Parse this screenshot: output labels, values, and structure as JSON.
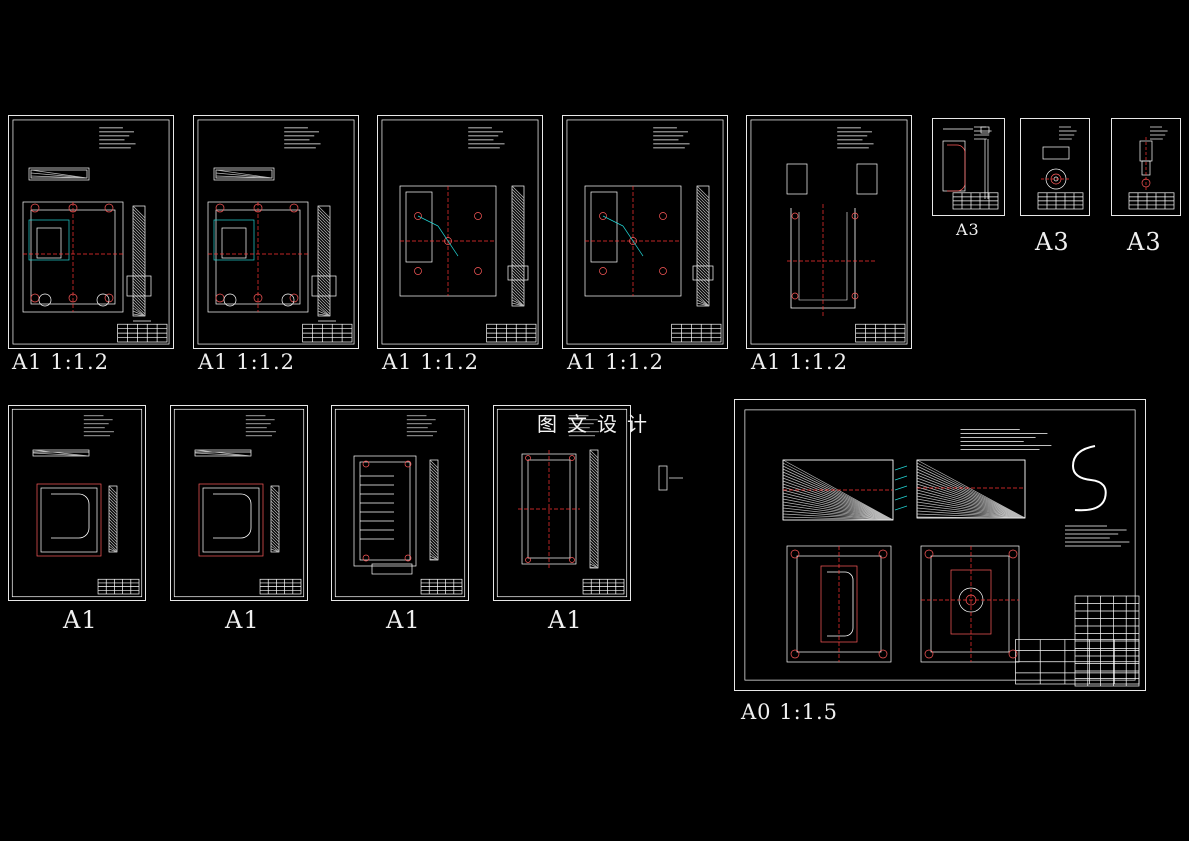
{
  "watermark": "图文设计",
  "colors": {
    "background": "#000000",
    "frame": "#e8e8e8",
    "line": "#ffffff",
    "center": "#ff3333",
    "dim": "#22d3d3",
    "hole": "#ff5a5a"
  },
  "sheets": [
    {
      "id": "s1",
      "caption": "A1 1:1.2",
      "variant": "plate-assembly"
    },
    {
      "id": "s2",
      "caption": "A1 1:1.2",
      "variant": "plate-assembly"
    },
    {
      "id": "s3",
      "caption": "A1 1:1.2",
      "variant": "square-plate"
    },
    {
      "id": "s4",
      "caption": "A1 1:1.2",
      "variant": "square-plate"
    },
    {
      "id": "s5",
      "caption": "A1 1:1.2",
      "variant": "u-plate"
    },
    {
      "id": "s6",
      "caption": "A3",
      "variant": "small-part"
    },
    {
      "id": "s7",
      "caption": "A3",
      "variant": "small-round"
    },
    {
      "id": "s8",
      "caption": "A3",
      "variant": "small-pin"
    },
    {
      "id": "s9",
      "caption": "A1",
      "variant": "cavity"
    },
    {
      "id": "s10",
      "caption": "A1",
      "variant": "cavity"
    },
    {
      "id": "s11",
      "caption": "A1",
      "variant": "slotted-plate"
    },
    {
      "id": "s12",
      "caption": "A1",
      "variant": "long-plate"
    },
    {
      "id": "s13",
      "caption": "A0 1:1.5",
      "variant": "main-assembly"
    }
  ]
}
